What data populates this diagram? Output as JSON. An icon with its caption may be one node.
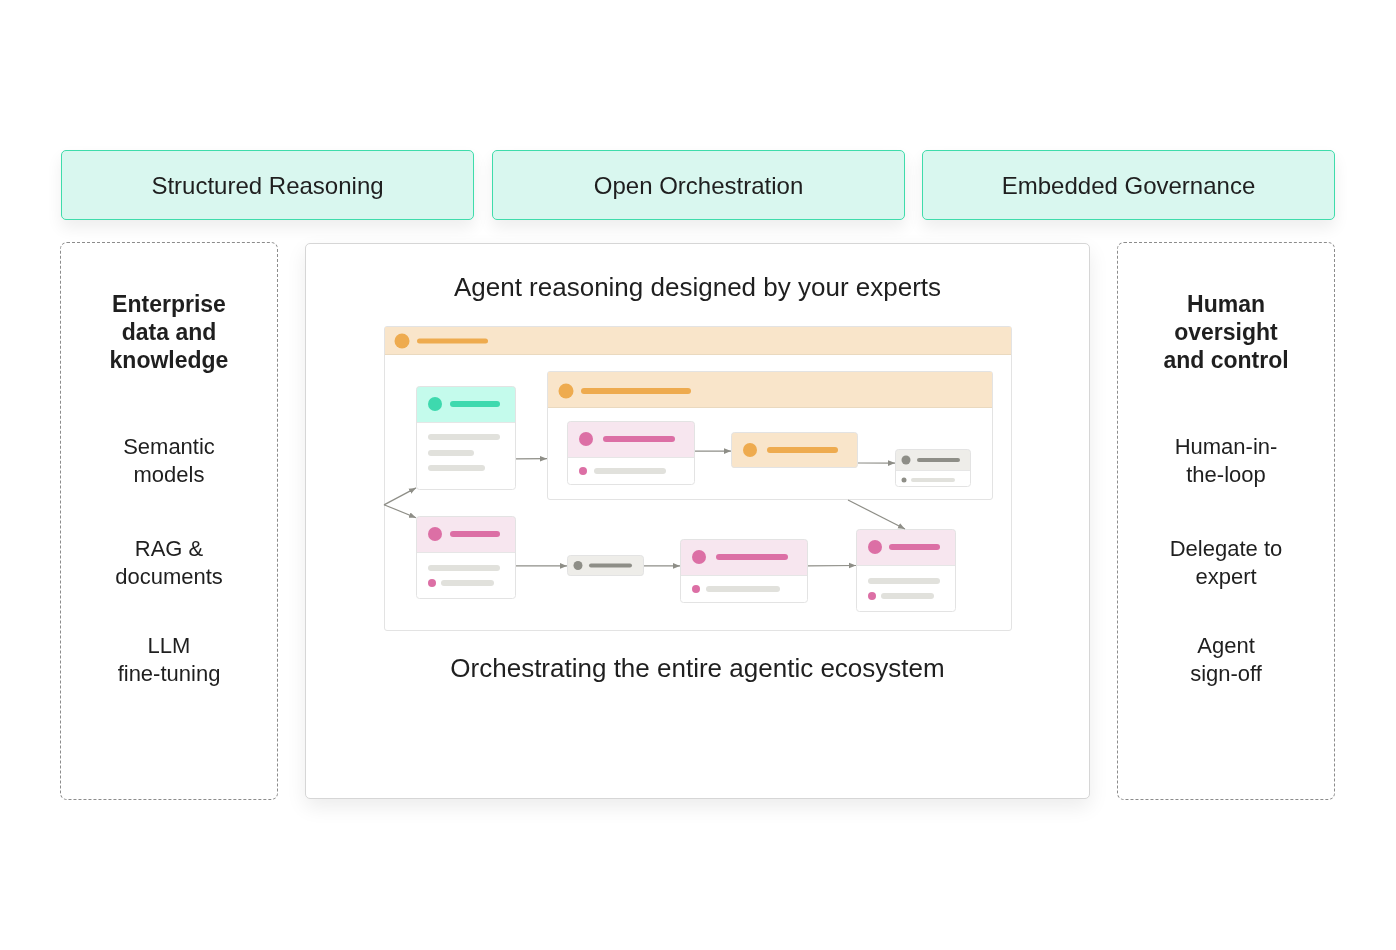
{
  "diagram": {
    "nodes": [
      {
        "text": [
          "Structured Reasoning"
        ]
      },
      {
        "text": [
          "Open Orchestration"
        ]
      },
      {
        "text": [
          "Embedded Governance"
        ]
      },
      {
        "text": [
          "Enterprise data and knowledge",
          "Semantic models",
          "RAG & documents",
          "LLM fine-tuning"
        ]
      },
      {
        "text": [
          "Agent reasoning designed by your experts",
          "Orchestrating the entire agentic ecosystem"
        ]
      },
      {
        "text": [],
        "shape": "box",
        "in": 4
      },
      {
        "text": [],
        "shape": "box",
        "in": 5
      },
      {
        "text": [],
        "shape": "box",
        "in": 5
      },
      {
        "text": [],
        "shape": "box",
        "in": 7
      },
      {
        "text": [],
        "shape": "box",
        "in": 7
      },
      {
        "text": [],
        "shape": "box",
        "in": 7
      },
      {
        "text": [],
        "shape": "box",
        "in": 5
      },
      {
        "text": [],
        "shape": "box",
        "in": 5
      },
      {
        "text": [],
        "shape": "box",
        "in": 5
      },
      {
        "text": [],
        "shape": "box",
        "in": 5
      },
      {
        "text": [
          "Human oversight and control",
          "Human-in-the-loop",
          "Delegate to expert",
          "Agent sign-off"
        ]
      }
    ],
    "edges": [
      {
        "from": null,
        "to": 6,
        "arrow": "to"
      },
      {
        "from": null,
        "to": 11,
        "arrow": "to"
      },
      {
        "from": 6,
        "to": 7,
        "arrow": "to"
      },
      {
        "from": 8,
        "to": 9,
        "arrow": "to"
      },
      {
        "from": 9,
        "to": 10,
        "arrow": "to"
      },
      {
        "from": 7,
        "to": 14,
        "arrow": "to"
      },
      {
        "from": 11,
        "to": 12,
        "arrow": "to"
      },
      {
        "from": 12,
        "to": 13,
        "arrow": "to"
      },
      {
        "from": 13,
        "to": 14,
        "arrow": "to"
      }
    ]
  }
}
